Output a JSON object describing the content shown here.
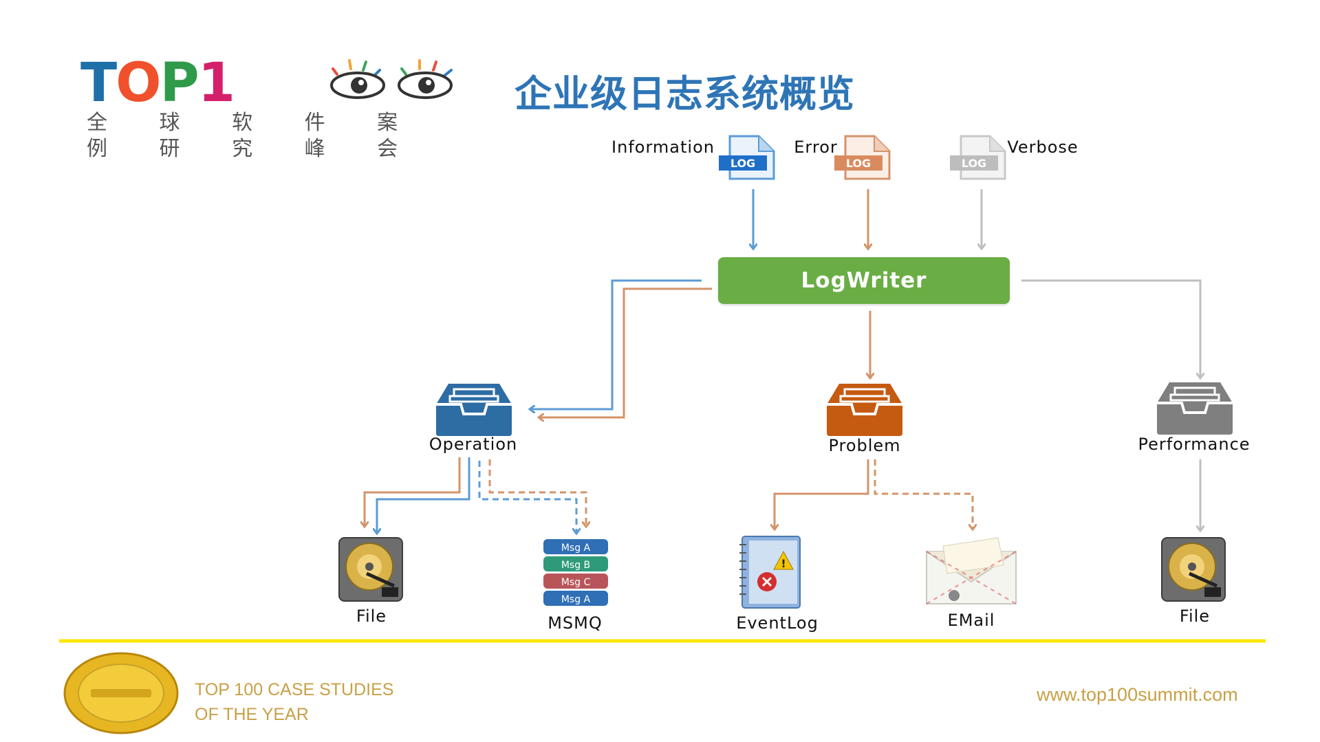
{
  "header": {
    "logo_text": "TOP1",
    "logo_subtitle": "全 球 软 件 案 例 研 究 峰 会",
    "title": "企业级日志系统概览"
  },
  "sources": {
    "information": "Information",
    "error": "Error",
    "verbose": "Verbose",
    "log_badge": "LOG"
  },
  "center": {
    "logwriter": "LogWriter"
  },
  "categories": {
    "operation": "Operation",
    "problem": "Problem",
    "performance": "Performance"
  },
  "targets": {
    "file_left": "File",
    "msmq": "MSMQ",
    "msmq_items": [
      "Msg A",
      "Msg B",
      "Msg C",
      "Msg A"
    ],
    "eventlog": "EventLog",
    "email": "EMail",
    "file_right": "File"
  },
  "footer": {
    "line1": "TOP 100 CASE STUDIES",
    "line2": "OF THE YEAR",
    "url": "www.top100summit.com"
  },
  "colors": {
    "blue": "#5b9bd5",
    "orange": "#d4936a",
    "gray": "#bfbfbf",
    "green": "#6aad45",
    "title_blue": "#2e75b6",
    "footer_gold": "#c8a046",
    "yellow_line": "#ffe600",
    "operation_icon": "#2e6ca4",
    "problem_icon": "#c55a11",
    "performance_icon": "#7f7f7f"
  },
  "icons": {
    "log_files": "log-file-icon",
    "inbox": "inbox-tray-icon",
    "hard_drive": "hard-drive-icon",
    "queue": "message-queue-icon",
    "eventlog": "event-log-book-icon",
    "email": "envelope-icon",
    "seal": "gold-seal-icon"
  }
}
